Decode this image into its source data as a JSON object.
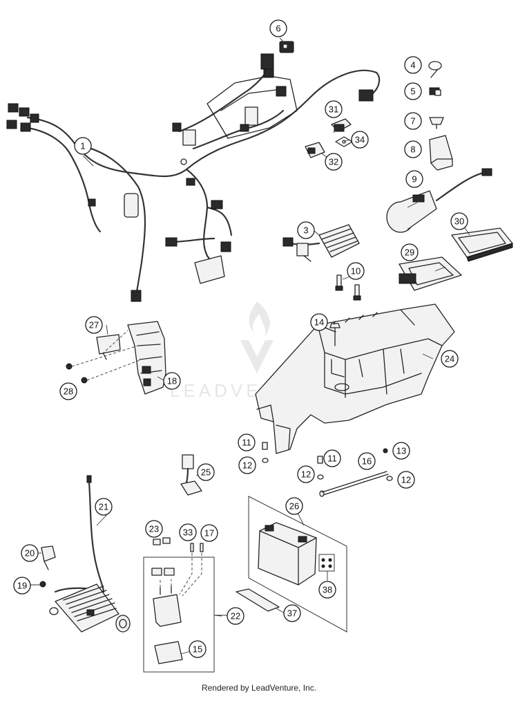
{
  "diagram": {
    "callout_numbers": [
      "1",
      "3",
      "4",
      "5",
      "6",
      "7",
      "8",
      "9",
      "10",
      "11",
      "12",
      "13",
      "14",
      "15",
      "16",
      "17",
      "18",
      "19",
      "20",
      "21",
      "22",
      "23",
      "24",
      "25",
      "26",
      "27",
      "28",
      "29",
      "30",
      "31",
      "32",
      "33",
      "34",
      "37",
      "38"
    ],
    "watermark_text": "LEADVENTURE",
    "footer": "Rendered by LeadVenture, Inc."
  }
}
